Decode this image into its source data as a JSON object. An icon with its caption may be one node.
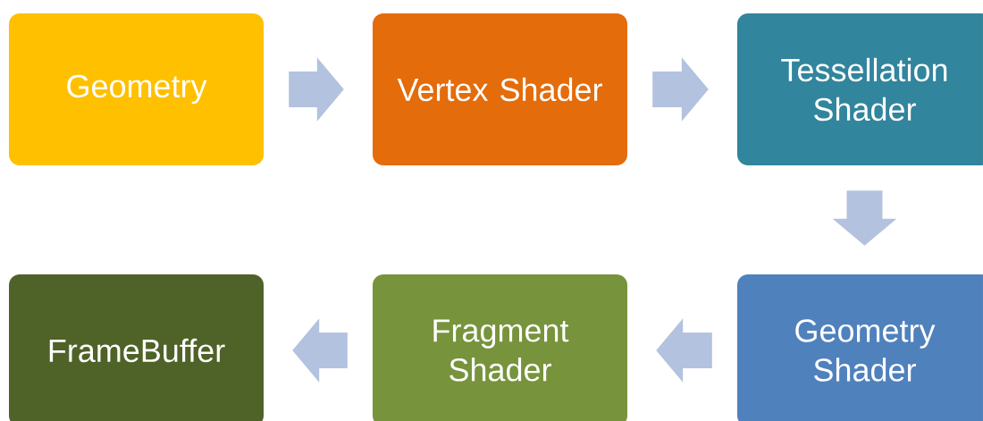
{
  "diagram": {
    "nodes": [
      {
        "text": [
          "Geometry"
        ]
      },
      {
        "text": [
          "Vertex Shader"
        ]
      },
      {
        "text": [
          "Tessellation Shader"
        ]
      },
      {
        "text": [
          "Geometry Shader"
        ]
      },
      {
        "text": [
          "Fragment Shader"
        ]
      },
      {
        "text": [
          "FrameBuffer"
        ]
      }
    ],
    "edges": [
      {
        "from": 0,
        "to": 1,
        "arrow": "to"
      },
      {
        "from": 1,
        "to": 2,
        "arrow": "to"
      },
      {
        "from": 2,
        "to": 3,
        "arrow": "to"
      },
      {
        "from": 3,
        "to": 4,
        "arrow": "to"
      },
      {
        "from": 4,
        "to": 5,
        "arrow": "to"
      }
    ]
  }
}
